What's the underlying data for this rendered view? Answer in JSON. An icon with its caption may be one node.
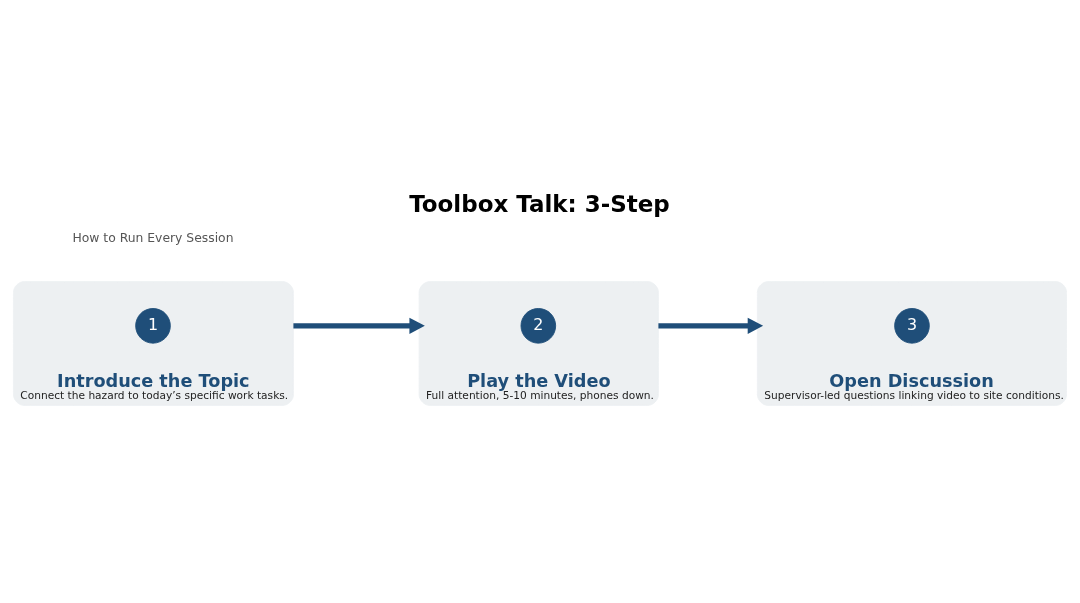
{
  "diagram": {
    "title": "Toolbox Talk: 3-Step",
    "nodes": [
      {
        "text": [
          "Introduce the Topic",
          "Connect the hazard to today’s specific work tasks."
        ]
      },
      {
        "text": [
          "1"
        ],
        "in": 0
      },
      {
        "text": [
          "Play the Video",
          "Full attention, 5-10 minutes, phones down."
        ]
      },
      {
        "text": [
          "2"
        ],
        "in": 2
      },
      {
        "text": [
          "Open Discussion",
          "Supervisor-led questions linking video to site conditions."
        ]
      },
      {
        "text": [
          "3"
        ],
        "in": 4
      }
    ],
    "edges": [
      {
        "from": 0,
        "to": 2,
        "arrow": "to"
      },
      {
        "from": 2,
        "to": 4,
        "arrow": "to"
      }
    ],
    "labels": [
      "How to Run Every Session"
    ]
  }
}
